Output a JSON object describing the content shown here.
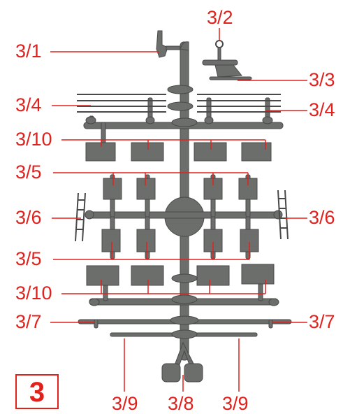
{
  "sheet": {
    "number": "3"
  },
  "labels": {
    "l_3_1": "3/1",
    "l_3_2": "3/2",
    "l_3_3": "3/3",
    "l_3_4_left": "3/4",
    "l_3_4_right": "3/4",
    "l_3_10_top": "3/10",
    "l_3_5_top": "3/5",
    "l_3_6_left": "3/6",
    "l_3_6_right": "3/6",
    "l_3_5_bottom": "3/5",
    "l_3_10_bottom": "3/10",
    "l_3_7_left": "3/7",
    "l_3_7_right": "3/7",
    "l_3_9_left": "3/9",
    "l_3_8": "3/8",
    "l_3_9_right": "3/9"
  },
  "colors": {
    "part": "#6b6e6a",
    "part_dark": "#474a47",
    "leader": "#e2201c",
    "text": "#e2201c"
  }
}
